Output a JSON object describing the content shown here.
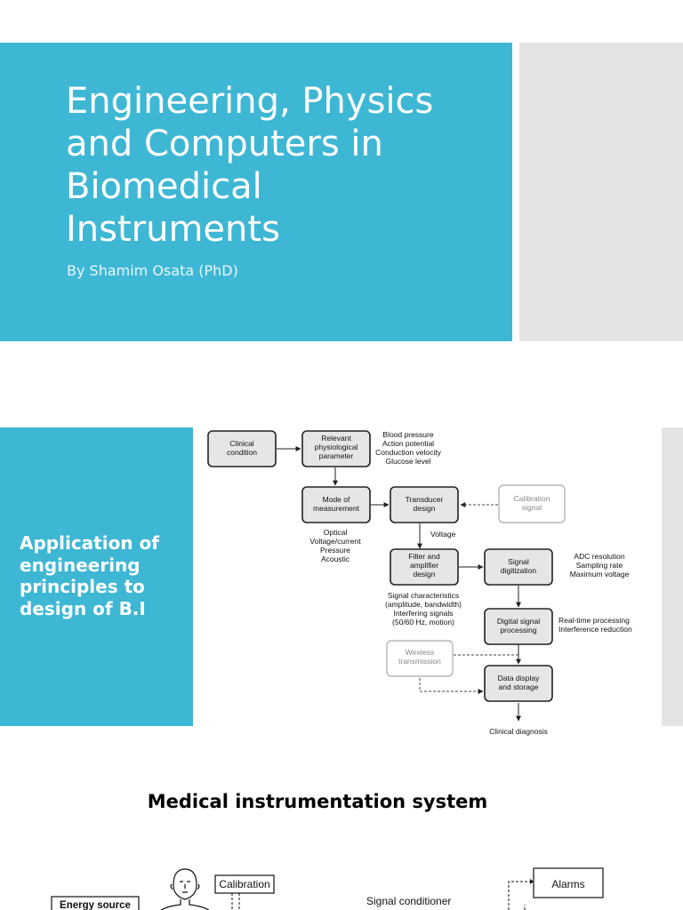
{
  "slide1": {
    "title_lines": [
      "Engineering, Physics",
      "and Computers in",
      "Biomedical",
      "Instruments"
    ],
    "subtitle": "By Shamim Osata (PhD)"
  },
  "slide2": {
    "heading_lines": [
      "Application of",
      "engineering",
      "principles to",
      "design of B.I"
    ],
    "diagram": {
      "clinical_condition": [
        "Clinical",
        "condition"
      ],
      "relevant_parameter": [
        "Relevant",
        "physiological",
        "parameter"
      ],
      "parameter_examples": [
        "Blood pressure",
        "Action potential",
        "Conduction velocity",
        "Glucose level"
      ],
      "mode_of_measurement": [
        "Mode of",
        "measurement"
      ],
      "mode_examples": [
        "Optical",
        "Voltage/current",
        "Pressure",
        "Acoustic"
      ],
      "transducer_design": [
        "Transducer",
        "design"
      ],
      "calibration_signal": [
        "Calibration",
        "signal"
      ],
      "voltage_label": "Voltage",
      "filter_amplifier": [
        "Filter and",
        "amplifier",
        "design"
      ],
      "signal_characteristics": [
        "Signal characteristics",
        "(amplitude, bandwidth)",
        "Interfering signals",
        "(50/60 Hz, motion)"
      ],
      "signal_digitization": [
        "Signal",
        "digitization"
      ],
      "adc_notes": [
        "ADC resolution",
        "Sampling rate",
        "Maximum voltage"
      ],
      "digital_signal_processing": [
        "Digital signal",
        "processing"
      ],
      "dsp_notes": [
        "Real-time processing",
        "Interference reduction"
      ],
      "wireless_transmission": [
        "Wireless",
        "transmission"
      ],
      "data_display": [
        "Data display",
        "and storage"
      ],
      "clinical_diagnosis": "Clinical diagnosis"
    }
  },
  "slide3": {
    "title": "Medical instrumentation system",
    "energy_source": "Energy source",
    "calibration": "Calibration",
    "signal_conditioner": "Signal conditioner",
    "alarms": "Alarms"
  }
}
